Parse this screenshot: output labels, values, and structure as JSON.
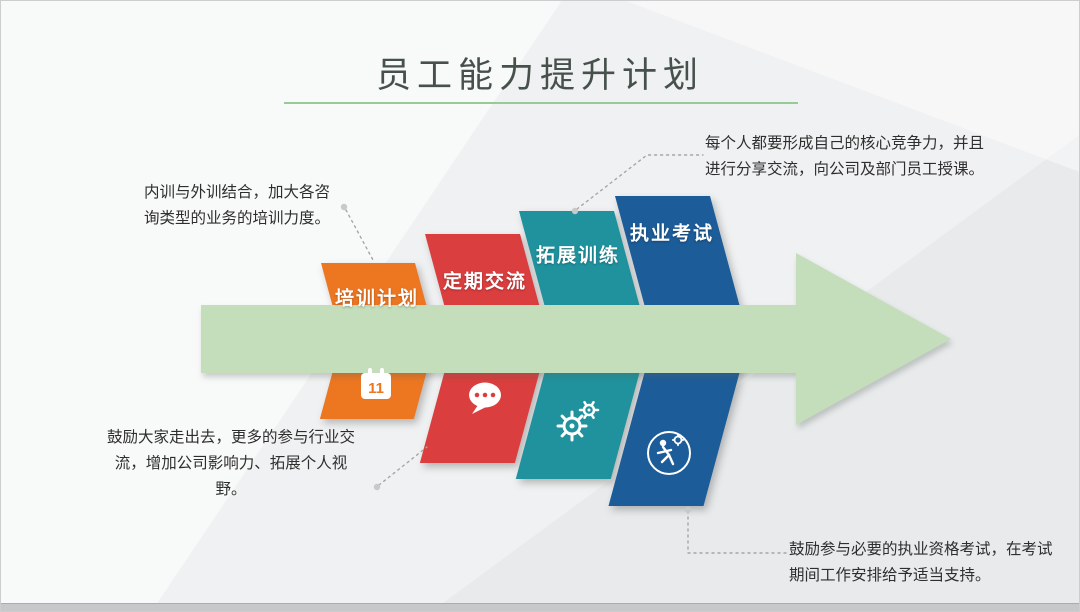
{
  "title": {
    "text": "员工能力提升计划"
  },
  "colors": {
    "background": "#f0f1f2",
    "underline": "#96cb96",
    "connector": "#a6a6a6",
    "connector_dot": "#c9c9c9"
  },
  "arrow": {
    "color": "#c4debb",
    "direction": "right"
  },
  "stages": [
    {
      "label": "培训计划",
      "color": "#ed7621",
      "icon": "calendar-icon",
      "icon_text": "11"
    },
    {
      "label": "定期交流",
      "color": "#da3e3e",
      "icon": "chat-bubble-icon"
    },
    {
      "label": "拓展训练",
      "color": "#1f929e",
      "icon": "gears-icon"
    },
    {
      "label": "执业考试",
      "color": "#1c5c99",
      "icon": "runner-gear-icon"
    }
  ],
  "annotations": {
    "top_left": "内训与外训结合，加大各咨\n询类型的业务的培训力度。",
    "top_right": "每个人都要形成自己的核心竞争力，并且\n进行分享交流，向公司及部门员工授课。",
    "bottom_left": "鼓励大家走出去，更多的参与行业交\n流，增加公司影响力、拓展个人视\n野。",
    "bottom_right": "鼓励参与必要的执业资格考试，在考试\n期间工作安排给予适当支持。"
  }
}
